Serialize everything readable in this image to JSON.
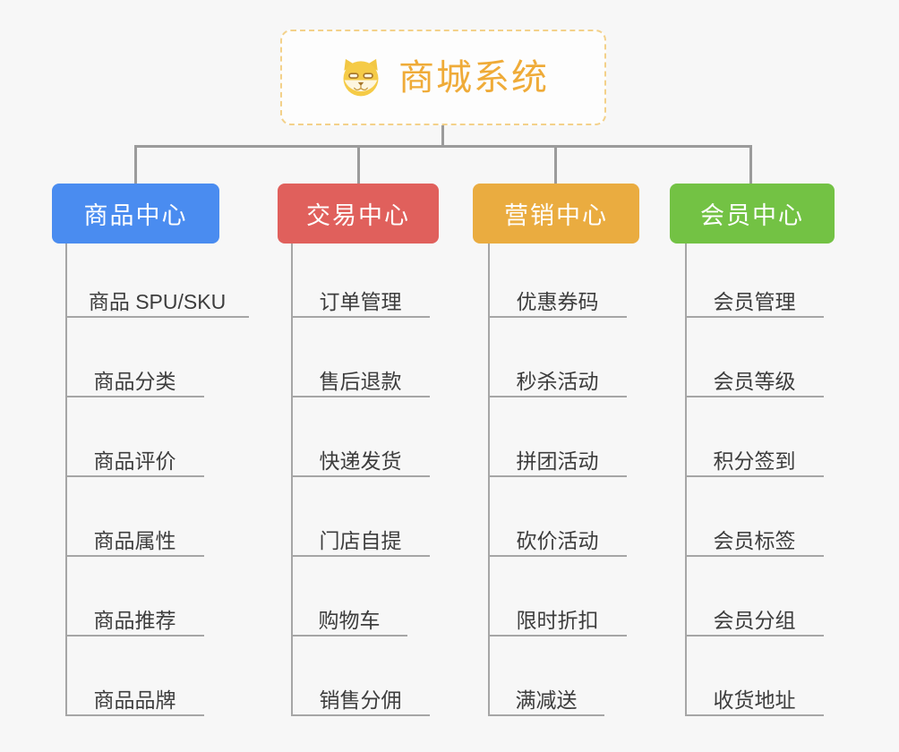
{
  "root": {
    "label": "商城系统",
    "icon": "shiba-dog-icon",
    "text_color": "#efab38",
    "border_color": "#f3d18a",
    "background": "#fdfdfd"
  },
  "canvas": {
    "background": "#f7f7f7",
    "line_color": "#9b9b9b"
  },
  "columns": [
    {
      "title": "商品中心",
      "color": "#4a8cf0",
      "items": [
        "商品 SPU/SKU",
        "商品分类",
        "商品评价",
        "商品属性",
        "商品推荐",
        "商品品牌"
      ]
    },
    {
      "title": "交易中心",
      "color": "#e0605c",
      "items": [
        "订单管理",
        "售后退款",
        "快递发货",
        "门店自提",
        "购物车",
        "销售分佣"
      ]
    },
    {
      "title": "营销中心",
      "color": "#eaac40",
      "items": [
        "优惠券码",
        "秒杀活动",
        "拼团活动",
        "砍价活动",
        "限时折扣",
        "满减送"
      ]
    },
    {
      "title": "会员中心",
      "color": "#73c244",
      "items": [
        "会员管理",
        "会员等级",
        "积分签到",
        "会员标签",
        "会员分组",
        "收货地址"
      ]
    }
  ]
}
